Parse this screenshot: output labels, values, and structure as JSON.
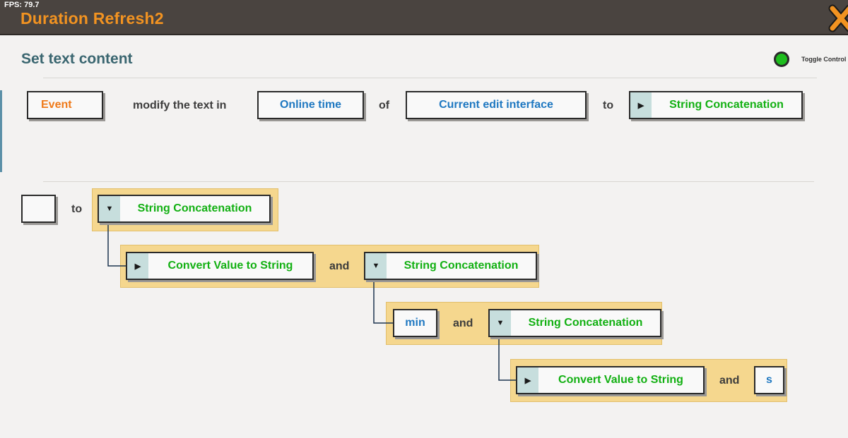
{
  "fps": "FPS: 79.7",
  "app_title": "Duration Refresh2",
  "panel": {
    "title": "Set text content",
    "toggle_label": "Toggle Control",
    "toggle_color": "#1ebd1e"
  },
  "row1": {
    "event_label": "Event",
    "modify_text": "modify the text in",
    "target_field": "Online time",
    "of_text": "of",
    "target_scope": "Current edit interface",
    "to_text": "to",
    "value_block": "String Concatenation"
  },
  "tree": {
    "to_text": "to",
    "root_block": "String Concatenation",
    "level1": {
      "left": "Convert Value to String",
      "and_text": "and",
      "right": "String Concatenation"
    },
    "level2": {
      "left": "min",
      "and_text": "and",
      "right": "String Concatenation"
    },
    "level3": {
      "left": "Convert Value to String",
      "and_text": "and",
      "right": "s"
    }
  },
  "icons": {
    "close": "close-icon",
    "expand": "caret-right-icon",
    "collapse": "caret-down-icon"
  },
  "colors": {
    "title_orange": "#f29321",
    "field_blue": "#1f78c1",
    "block_green": "#12b012",
    "group_yellow": "#f5d78e",
    "caret_bg": "#c7dedd"
  }
}
